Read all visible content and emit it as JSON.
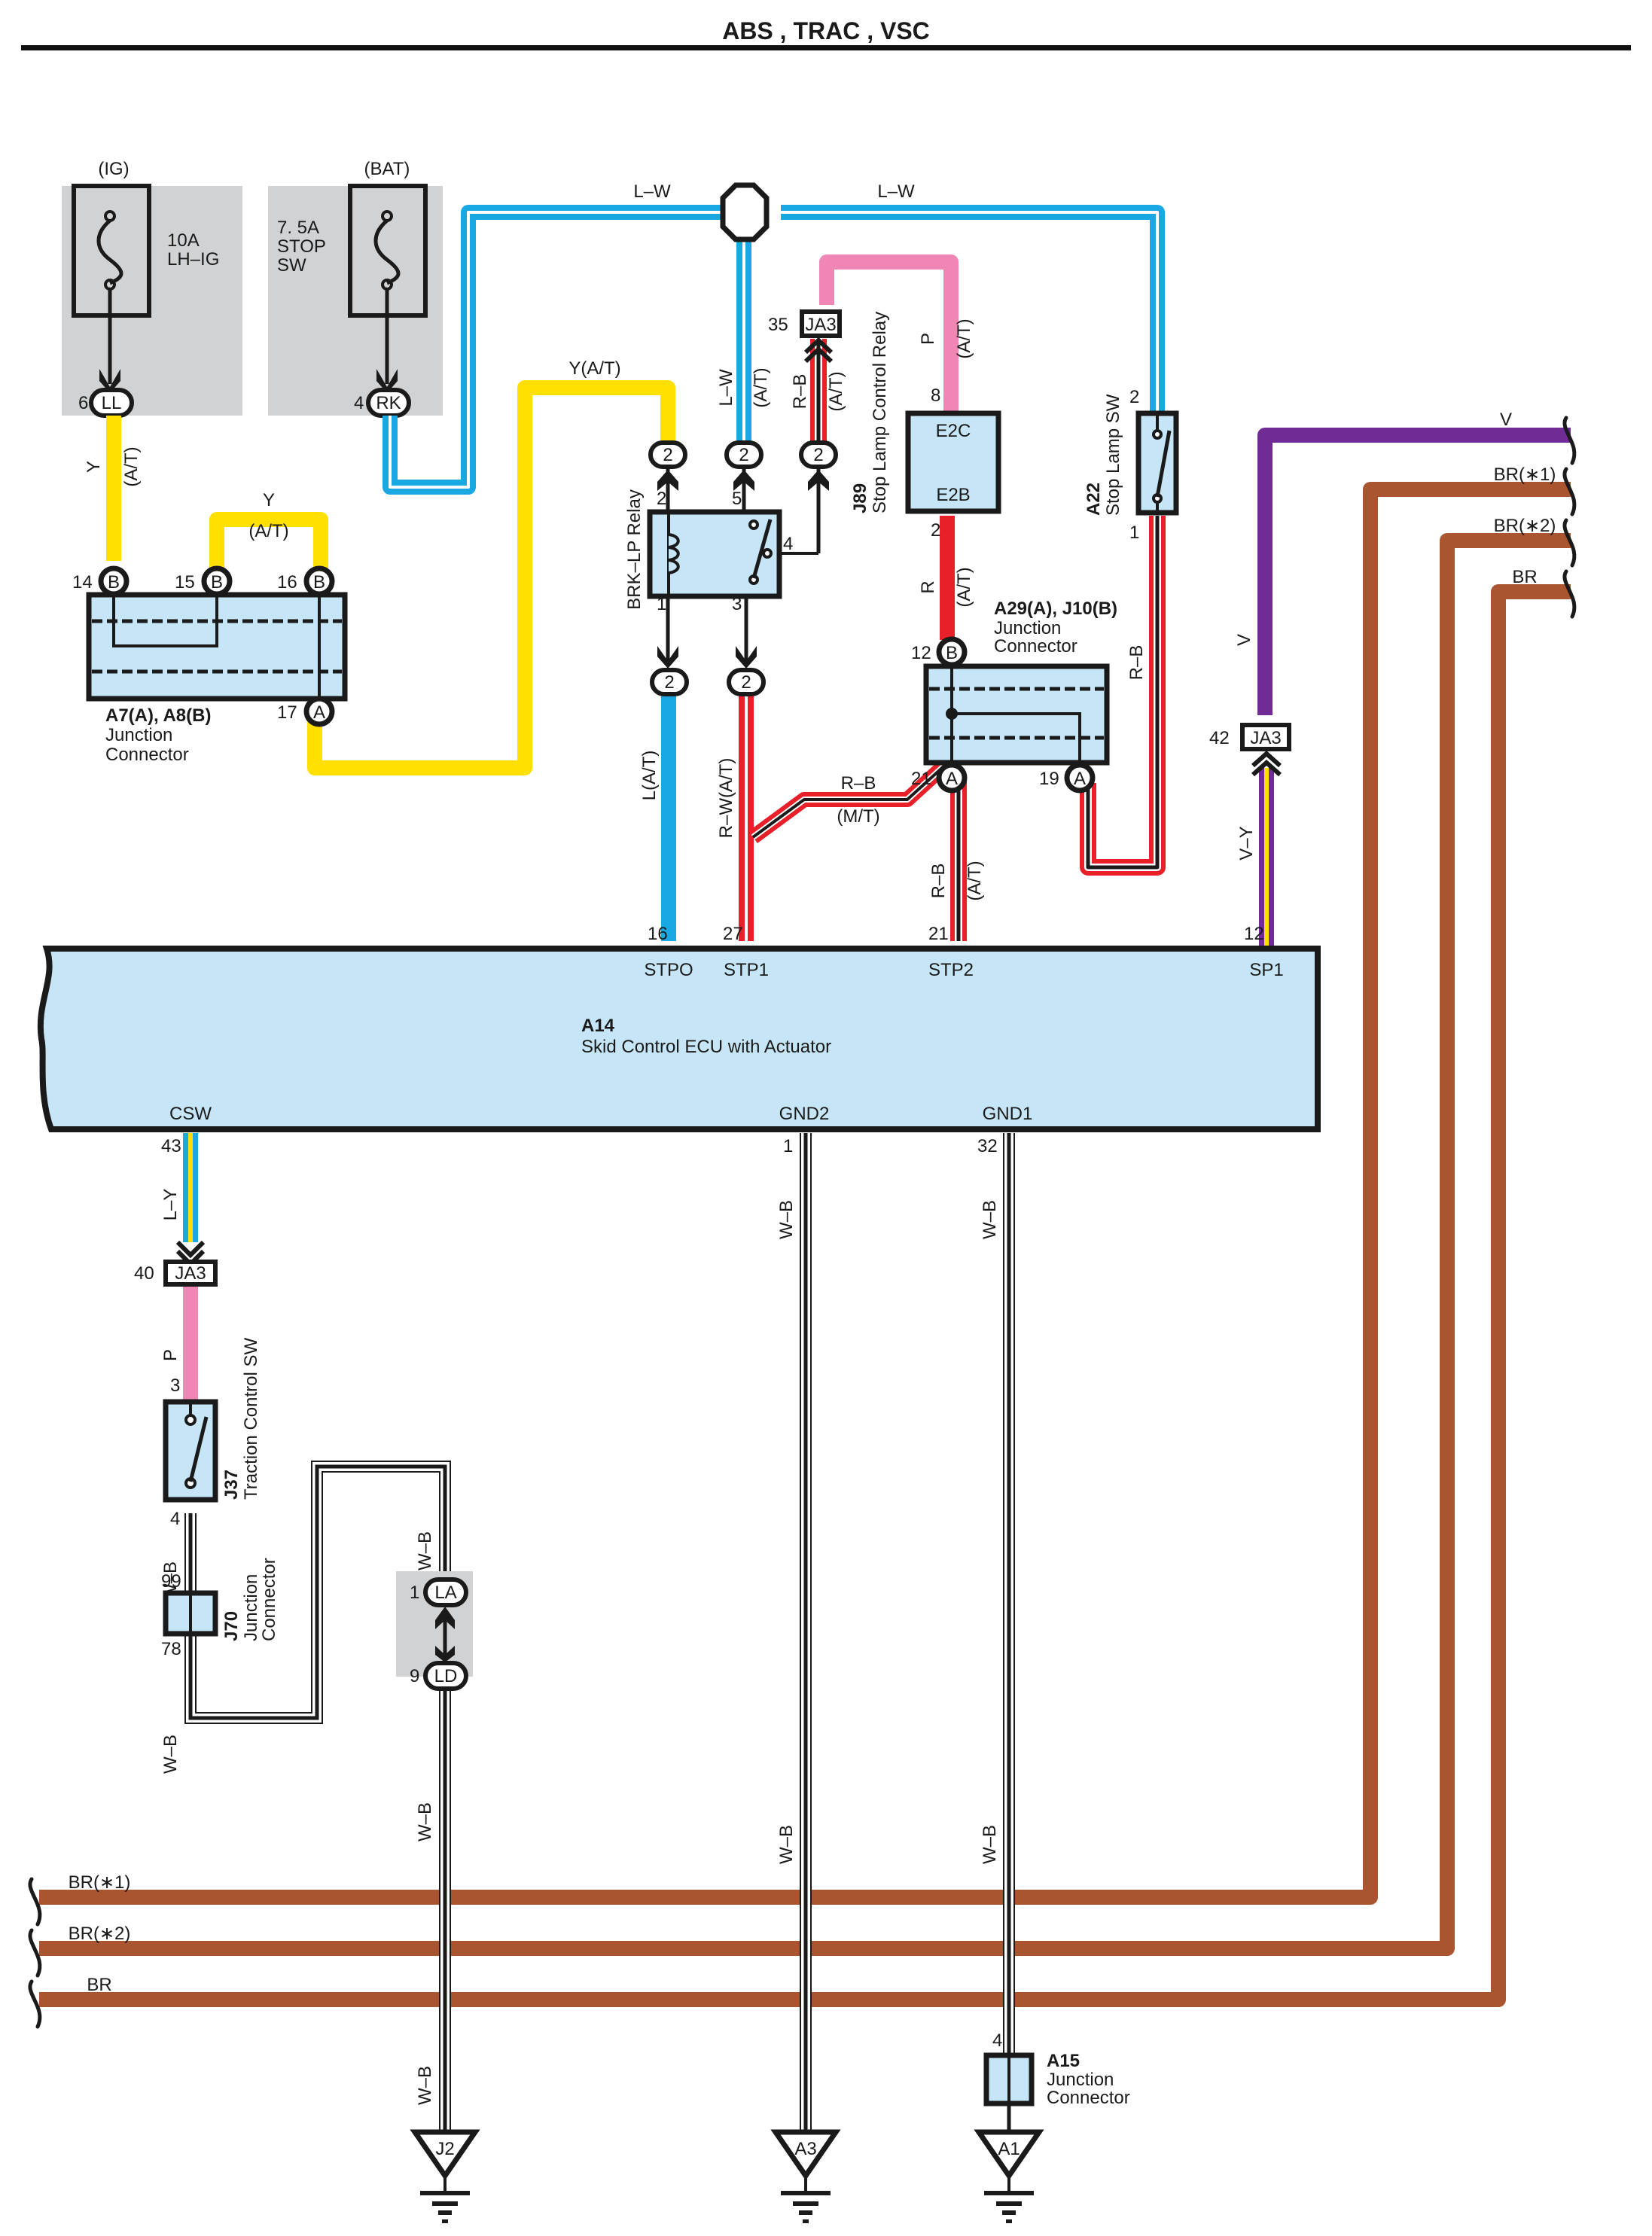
{
  "title": "ABS , TRAC , VSC",
  "colors": {
    "yellow": "#ffe000",
    "blue": "#19a8e2",
    "red": "#e8202a",
    "pink": "#f086b4",
    "purple": "#702b94",
    "brown": "#a85530",
    "component_fill": "#c6e6f7",
    "fuse_block_fill": "#d0d2d4",
    "black": "#1a1a1a"
  },
  "fuses": [
    {
      "supply": "(IG)",
      "rating": "10A",
      "name": "LH–IG",
      "pin_number": "6",
      "connector": "LL"
    },
    {
      "supply": "(BAT)",
      "rating": "7. 5A",
      "name": "STOP SW",
      "pin_number": "4",
      "connector": "RK"
    }
  ],
  "junction_a7_a8": {
    "id": "A7(A), A8(B)",
    "desc_1": "Junction",
    "desc_2": "Connector",
    "pins": [
      {
        "num": "14",
        "conn": "B"
      },
      {
        "num": "15",
        "conn": "B"
      },
      {
        "num": "16",
        "conn": "B"
      },
      {
        "num": "17",
        "conn": "A"
      }
    ]
  },
  "brk_lp_relay": {
    "name": "BRK–LP Relay",
    "pins": {
      "coil_top": "2",
      "switch_top": "5",
      "switch_side": "4",
      "coil_bottom": "1",
      "switch_bottom": "3"
    },
    "connector": "2"
  },
  "ja3_35": {
    "pin": "35",
    "name": "JA3"
  },
  "stop_lamp_control_relay": {
    "id": "J89",
    "name": "Stop Lamp Control Relay",
    "term_top": "E2C",
    "term_bottom": "E2B",
    "pin_top": "8",
    "pin_bottom": "2"
  },
  "stop_lamp_sw": {
    "id": "A22",
    "name": "Stop Lamp SW",
    "pin_top": "2",
    "pin_bottom": "1"
  },
  "junction_a29_j10": {
    "id": "A29(A), J10(B)",
    "desc_1": "Junction",
    "desc_2": "Connector",
    "pins": [
      {
        "num": "12",
        "conn": "B"
      },
      {
        "num": "21",
        "conn": "A"
      },
      {
        "num": "19",
        "conn": "A"
      }
    ]
  },
  "ja3_42": {
    "pin": "42",
    "name": "JA3"
  },
  "ecu": {
    "id": "A14",
    "name": "Skid Control ECU with Actuator",
    "top_terminals": [
      {
        "pin": "16",
        "name": "STPO"
      },
      {
        "pin": "27",
        "name": "STP1"
      },
      {
        "pin": "21",
        "name": "STP2"
      },
      {
        "pin": "12",
        "name": "SP1"
      }
    ],
    "bottom_terminals": [
      {
        "pin": "43",
        "name": "CSW"
      },
      {
        "pin": "1",
        "name": "GND2"
      },
      {
        "pin": "32",
        "name": "GND1"
      }
    ]
  },
  "ja3_40": {
    "pin": "40",
    "name": "JA3"
  },
  "traction_control_sw": {
    "id": "J37",
    "name": "Traction Control SW",
    "pin_top": "3",
    "pin_bottom": "4"
  },
  "junction_j70": {
    "id": "J70",
    "desc_1": "Junction",
    "desc_2": "Connector",
    "pin_top": "99",
    "pin_bottom": "78"
  },
  "connector_la_ld": {
    "pin_top": "1",
    "conn_top": "LA",
    "pin_bottom": "9",
    "conn_bottom": "LD"
  },
  "junction_a15": {
    "id": "A15",
    "desc_1": "Junction",
    "desc_2": "Connector",
    "pin": "4"
  },
  "grounds": [
    "J2",
    "A3",
    "A1"
  ],
  "wire_labels": {
    "lw_left": "L–W",
    "lw_right": "L–W",
    "lw_vertical": "L–W",
    "at": "(A/T)",
    "y": "Y",
    "y_at": "Y(A/T)",
    "rb": "R–B",
    "p": "P",
    "r": "R",
    "l_at": "L(A/T)",
    "rw_at": "R–W(A/T)",
    "mt": "(M/T)",
    "v": "V",
    "vy": "V–Y",
    "ly": "L–Y",
    "wb": "W–B",
    "br1": "BR(∗1)",
    "br2": "BR(∗2)",
    "br": "BR"
  }
}
